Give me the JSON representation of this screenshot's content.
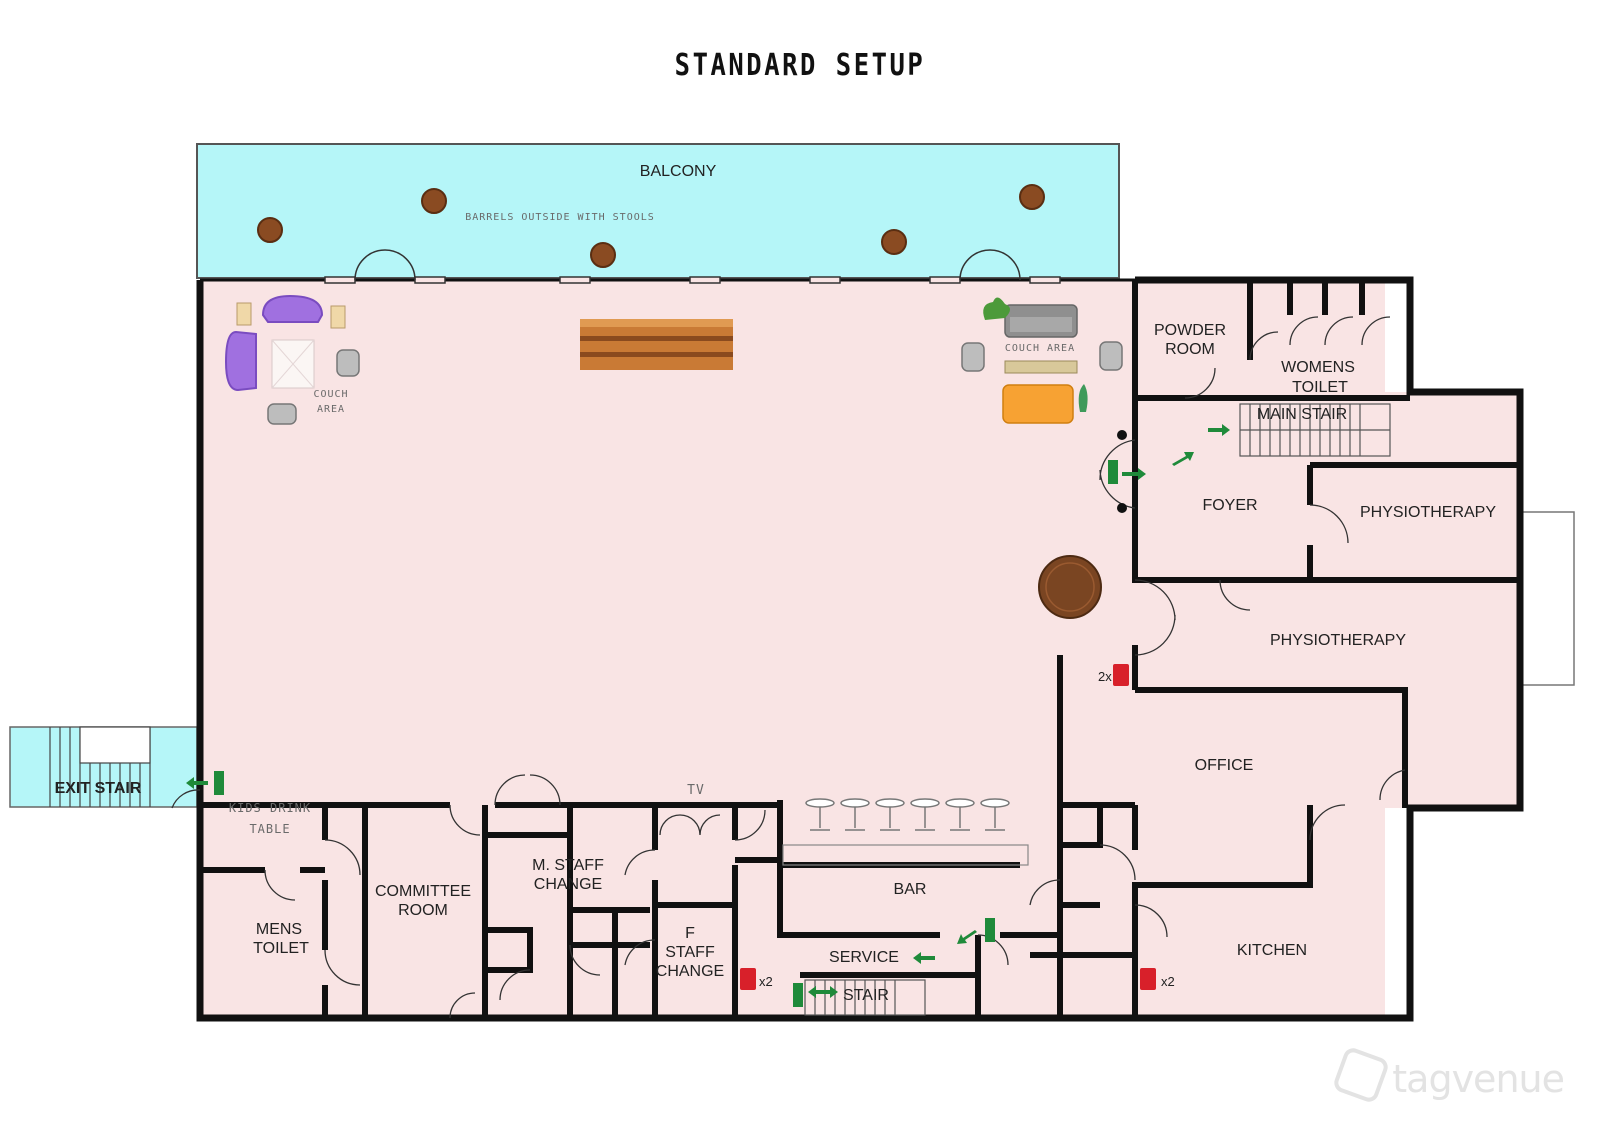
{
  "title": "STANDARD SETUP",
  "rooms": {
    "balcony": "BALCONY",
    "powder_room": [
      "POWDER",
      "ROOM"
    ],
    "womens_toilet": [
      "WOMENS",
      "TOILET"
    ],
    "main_stair": "MAIN STAIR",
    "foyer": "FOYER",
    "physio_1": "PHYSIOTHERAPY",
    "physio_2": "PHYSIOTHERAPY",
    "office": "OFFICE",
    "kitchen": "KITCHEN",
    "bar": "BAR",
    "service": "SERVICE",
    "stair": "STAIR",
    "f_staff": [
      "F",
      "STAFF",
      "CHANGE"
    ],
    "m_staff": [
      "M. STAFF",
      "CHANGE"
    ],
    "committee": [
      "COMMITTEE",
      "ROOM"
    ],
    "mens_toilet": [
      "MENS",
      "TOILET"
    ],
    "exit_stair": "EXIT STAIR"
  },
  "annotations": {
    "barrels": "BARRELS  OUTSIDE WITH STOOLS",
    "couch_left": [
      "COUCH",
      "AREA"
    ],
    "couch_right": "COUCH AREA",
    "tv": "TV",
    "kids_table": [
      "KIDS DRINK",
      "TABLE"
    ],
    "ext_2x": "2x",
    "ext_x2_a": "x2",
    "ext_x2_b": "x2"
  },
  "watermark": "tagvenue",
  "colors": {
    "floor": "#f9e4e4",
    "balcony": "#b5f6f8",
    "wall": "#111111",
    "barrel": "#8a4b22",
    "exit_green": "#1f8a3a",
    "extinguisher": "#d8202a",
    "couch_purple": "#a070e0",
    "couch_orange": "#f7a233",
    "couch_grey": "#8f8f8f"
  },
  "icons": [
    "barrel-icon",
    "couch-icon",
    "armchair-icon",
    "side-table-icon",
    "long-table-icon",
    "round-table-icon",
    "bar-stool-icon",
    "exit-sign-icon",
    "arrow-icon",
    "fire-extinguisher-icon",
    "plant-icon",
    "door-icon"
  ]
}
